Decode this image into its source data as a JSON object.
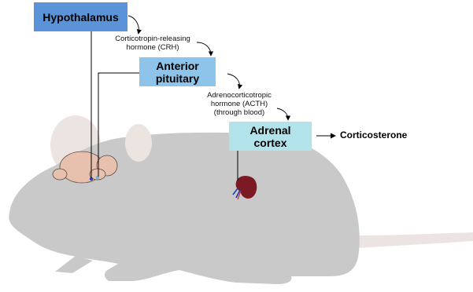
{
  "nodes": {
    "hypothalamus": "Hypothalamus",
    "anterior_pituitary": [
      "Anterior",
      "pituitary"
    ],
    "adrenal_cortex": [
      "Adrenal",
      "cortex"
    ],
    "output": "Corticosterone"
  },
  "edges": {
    "crh": [
      "Corticotropin-releasing",
      "hormone (CRH)"
    ],
    "acth": [
      "Adrenocorticotropic",
      "hormone (ACTH)",
      "(through blood)"
    ]
  },
  "colors": {
    "hypothalamus_box": "#5b93d9",
    "pituitary_box": "#8ec3ea",
    "adrenal_box": "#b3e3ea",
    "mouse_body": "#c9c9c9",
    "mouse_ear": "#ece4e1",
    "brain": "#e8c0ae",
    "adrenal_gland": "#7b1a22"
  }
}
